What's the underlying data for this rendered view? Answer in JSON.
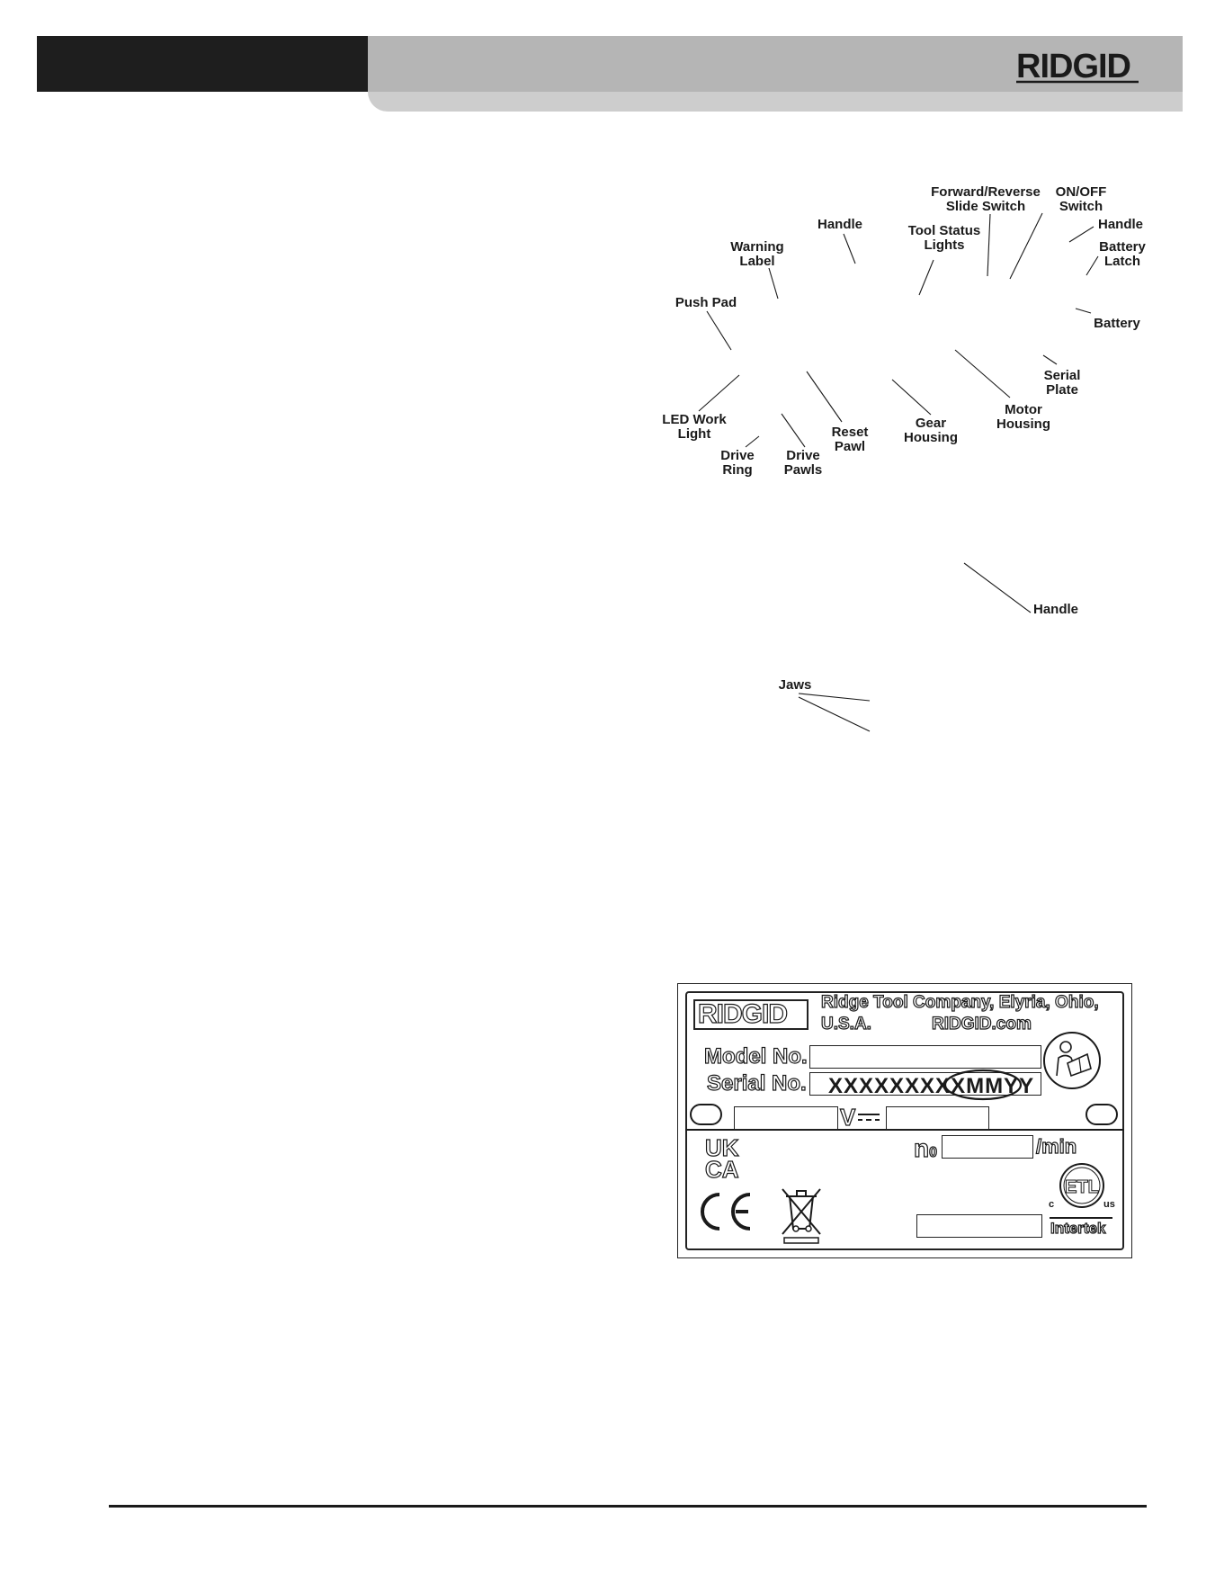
{
  "header": {
    "brand": "RIDGID"
  },
  "diagram": {
    "callouts": {
      "forward_reverse": [
        "Forward/Reverse",
        "Slide Switch"
      ],
      "on_off": [
        "ON/OFF",
        "Switch"
      ],
      "handle_top": "Handle",
      "handle_right": "Handle",
      "warning_label": [
        "Warning",
        "Label"
      ],
      "tool_status": [
        "Tool Status",
        "Lights"
      ],
      "battery_latch": [
        "Battery",
        "Latch"
      ],
      "battery": "Battery",
      "push_pad": "Push Pad",
      "serial_plate": [
        "Serial",
        "Plate"
      ],
      "led_work_light": [
        "LED Work",
        "Light"
      ],
      "motor_housing": [
        "Motor",
        "Housing"
      ],
      "gear_housing": [
        "Gear",
        "Housing"
      ],
      "reset_pawl": [
        "Reset",
        "Pawl"
      ],
      "drive_ring": [
        "Drive",
        "Ring"
      ],
      "drive_pawls": [
        "Drive",
        "Pawls"
      ],
      "handle_lower": "Handle",
      "jaws": "Jaws"
    }
  },
  "serial_plate": {
    "brand": "RIDGID",
    "company_line1": "Ridge Tool Company, Elyria, Ohio,",
    "company_line2": "U.S.A.",
    "website": "RIDGID.com",
    "model_label": "Model No.",
    "serial_label": "Serial No.",
    "serial_value": "XXXXXXXXXMMYY",
    "volt_symbol": "V",
    "speed_symbol": "n",
    "speed_subscript": "0",
    "speed_unit": "/min",
    "ukca_top": "UK",
    "ukca_bottom": "CA",
    "ce_mark": "CE",
    "etl_left": "c",
    "etl_right": "us",
    "etl_center": "ETL",
    "certifier": "Intertek"
  }
}
